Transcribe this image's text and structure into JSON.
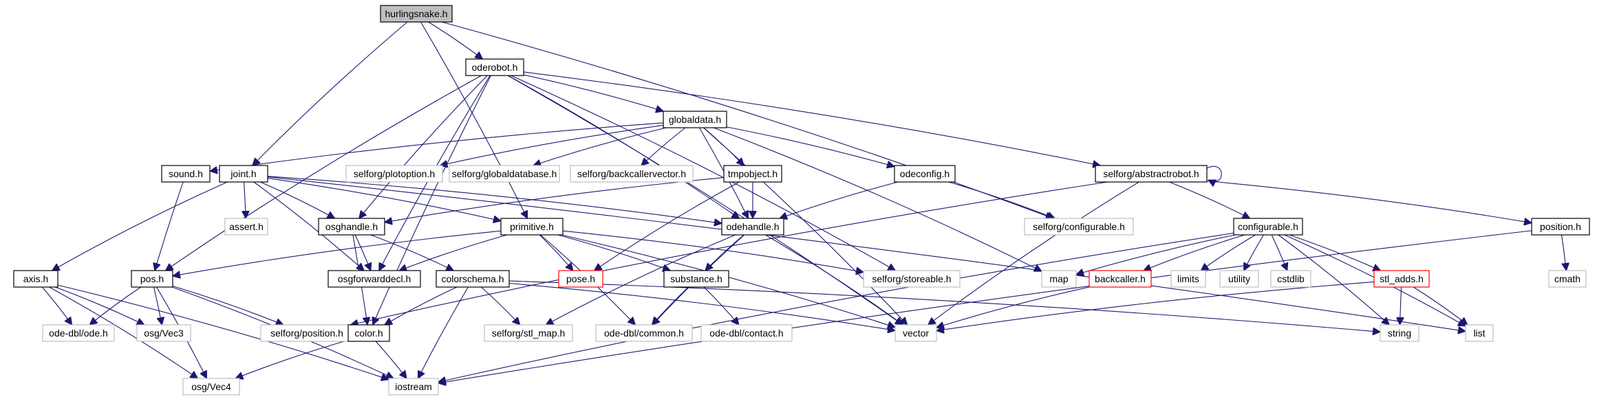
{
  "diagram": {
    "type": "include-dependency-graph",
    "colors": {
      "edge": "#191970",
      "root_fill": "#bfbfbf",
      "node_border": "#000000",
      "external_border": "#bfbfbf",
      "truncated_border": "#ff0000"
    },
    "nodes": [
      {
        "id": "hurlingsnake",
        "label": "hurlingsnake.h",
        "style": "root"
      },
      {
        "id": "oderobot",
        "label": "oderobot.h",
        "style": "normal"
      },
      {
        "id": "globaldata",
        "label": "globaldata.h",
        "style": "normal"
      },
      {
        "id": "sound",
        "label": "sound.h",
        "style": "normal"
      },
      {
        "id": "joint",
        "label": "joint.h",
        "style": "normal"
      },
      {
        "id": "plotoption",
        "label": "selforg/plotoption.h",
        "style": "external"
      },
      {
        "id": "globaldatabase",
        "label": "selforg/globaldatabase.h",
        "style": "external"
      },
      {
        "id": "backcallervector",
        "label": "selforg/backcallervector.h",
        "style": "external"
      },
      {
        "id": "tmpobject",
        "label": "tmpobject.h",
        "style": "normal"
      },
      {
        "id": "odeconfig",
        "label": "odeconfig.h",
        "style": "normal"
      },
      {
        "id": "abstractrobot",
        "label": "selforg/abstractrobot.h",
        "style": "normal"
      },
      {
        "id": "assert",
        "label": "assert.h",
        "style": "external"
      },
      {
        "id": "osghandle",
        "label": "osghandle.h",
        "style": "normal"
      },
      {
        "id": "primitive",
        "label": "primitive.h",
        "style": "normal"
      },
      {
        "id": "odehandle",
        "label": "odehandle.h",
        "style": "normal"
      },
      {
        "id": "configurable_selforg",
        "label": "selforg/configurable.h",
        "style": "external"
      },
      {
        "id": "configurable",
        "label": "configurable.h",
        "style": "normal"
      },
      {
        "id": "position",
        "label": "position.h",
        "style": "normal"
      },
      {
        "id": "axis",
        "label": "axis.h",
        "style": "normal"
      },
      {
        "id": "pos",
        "label": "pos.h",
        "style": "normal"
      },
      {
        "id": "osgforwarddecl",
        "label": "osgforwarddecl.h",
        "style": "normal"
      },
      {
        "id": "pose",
        "label": "pose.h",
        "style": "truncated"
      },
      {
        "id": "substance",
        "label": "substance.h",
        "style": "normal"
      },
      {
        "id": "storeable",
        "label": "selforg/storeable.h",
        "style": "external"
      },
      {
        "id": "map",
        "label": "map",
        "style": "external"
      },
      {
        "id": "backcaller",
        "label": "backcaller.h",
        "style": "truncated"
      },
      {
        "id": "limits",
        "label": "limits",
        "style": "external"
      },
      {
        "id": "utility",
        "label": "utility",
        "style": "external"
      },
      {
        "id": "cstdlib",
        "label": "cstdlib",
        "style": "external"
      },
      {
        "id": "stl_adds",
        "label": "stl_adds.h",
        "style": "truncated"
      },
      {
        "id": "cmath",
        "label": "cmath",
        "style": "external"
      },
      {
        "id": "colorschema",
        "label": "colorschema.h",
        "style": "normal"
      },
      {
        "id": "odedbl_ode",
        "label": "ode-dbl/ode.h",
        "style": "external"
      },
      {
        "id": "osg_vec3",
        "label": "osg/Vec3",
        "style": "external"
      },
      {
        "id": "selforg_position",
        "label": "selforg/position.h",
        "style": "external"
      },
      {
        "id": "color",
        "label": "color.h",
        "style": "normal"
      },
      {
        "id": "stl_map",
        "label": "selforg/stl_map.h",
        "style": "external"
      },
      {
        "id": "odedbl_common",
        "label": "ode-dbl/common.h",
        "style": "external"
      },
      {
        "id": "odedbl_contact",
        "label": "ode-dbl/contact.h",
        "style": "external"
      },
      {
        "id": "vector",
        "label": "vector",
        "style": "external"
      },
      {
        "id": "string",
        "label": "string",
        "style": "external"
      },
      {
        "id": "list",
        "label": "list",
        "style": "external"
      },
      {
        "id": "osg_vec4",
        "label": "osg/Vec4",
        "style": "external"
      },
      {
        "id": "iostream",
        "label": "iostream",
        "style": "external"
      }
    ],
    "edges": [
      [
        "hurlingsnake",
        "oderobot"
      ],
      [
        "hurlingsnake",
        "joint"
      ],
      [
        "hurlingsnake",
        "primitive"
      ],
      [
        "hurlingsnake",
        "configurable_selforg"
      ],
      [
        "oderobot",
        "globaldata"
      ],
      [
        "oderobot",
        "abstractrobot"
      ],
      [
        "oderobot",
        "pos"
      ],
      [
        "oderobot",
        "osghandle"
      ],
      [
        "oderobot",
        "odehandle"
      ],
      [
        "oderobot",
        "osgforwarddecl"
      ],
      [
        "oderobot",
        "color"
      ],
      [
        "oderobot",
        "storeable"
      ],
      [
        "oderobot",
        "vector"
      ],
      [
        "globaldata",
        "sound"
      ],
      [
        "globaldata",
        "plotoption"
      ],
      [
        "globaldata",
        "globaldatabase"
      ],
      [
        "globaldata",
        "backcallervector"
      ],
      [
        "globaldata",
        "tmpobject"
      ],
      [
        "globaldata",
        "odeconfig"
      ],
      [
        "globaldata",
        "odehandle"
      ],
      [
        "globaldata",
        "map"
      ],
      [
        "globaldata",
        "vector"
      ],
      [
        "sound",
        "pos"
      ],
      [
        "joint",
        "assert"
      ],
      [
        "joint",
        "osghandle"
      ],
      [
        "joint",
        "primitive"
      ],
      [
        "joint",
        "odehandle"
      ],
      [
        "joint",
        "axis"
      ],
      [
        "joint",
        "osgforwarddecl"
      ],
      [
        "joint",
        "list"
      ],
      [
        "tmpobject",
        "osghandle"
      ],
      [
        "tmpobject",
        "odehandle"
      ],
      [
        "tmpobject",
        "pose"
      ],
      [
        "odeconfig",
        "odehandle"
      ],
      [
        "odeconfig",
        "configurable_selforg"
      ],
      [
        "abstractrobot",
        "abstractrobot"
      ],
      [
        "abstractrobot",
        "configurable"
      ],
      [
        "abstractrobot",
        "position"
      ],
      [
        "abstractrobot",
        "vector"
      ],
      [
        "abstractrobot",
        "selforg_position"
      ],
      [
        "osghandle",
        "osgforwarddecl"
      ],
      [
        "osghandle",
        "colorschema"
      ],
      [
        "osghandle",
        "color"
      ],
      [
        "primitive",
        "pos"
      ],
      [
        "primitive",
        "osgforwarddecl"
      ],
      [
        "primitive",
        "pose"
      ],
      [
        "primitive",
        "substance"
      ],
      [
        "primitive",
        "storeable"
      ],
      [
        "primitive",
        "odedbl_common"
      ],
      [
        "primitive",
        "vector"
      ],
      [
        "odehandle",
        "substance"
      ],
      [
        "odehandle",
        "stl_map"
      ],
      [
        "odehandle",
        "odedbl_common"
      ],
      [
        "odehandle",
        "vector"
      ],
      [
        "configurable",
        "map"
      ],
      [
        "configurable",
        "backcaller"
      ],
      [
        "configurable",
        "limits"
      ],
      [
        "configurable",
        "utility"
      ],
      [
        "configurable",
        "cstdlib"
      ],
      [
        "configurable",
        "stl_adds"
      ],
      [
        "configurable",
        "string"
      ],
      [
        "configurable",
        "list"
      ],
      [
        "configurable",
        "iostream"
      ],
      [
        "position",
        "cmath"
      ],
      [
        "position",
        "iostream"
      ],
      [
        "axis",
        "odedbl_ode"
      ],
      [
        "axis",
        "osg_vec3"
      ],
      [
        "axis",
        "osg_vec4"
      ],
      [
        "axis",
        "iostream"
      ],
      [
        "pos",
        "odedbl_ode"
      ],
      [
        "pos",
        "osg_vec3"
      ],
      [
        "pos",
        "selforg_position"
      ],
      [
        "pos",
        "osg_vec4"
      ],
      [
        "pos",
        "iostream"
      ],
      [
        "substance",
        "odedbl_common"
      ],
      [
        "substance",
        "odedbl_contact"
      ],
      [
        "backcaller",
        "vector"
      ],
      [
        "stl_adds",
        "vector"
      ],
      [
        "stl_adds",
        "string"
      ],
      [
        "stl_adds",
        "list"
      ],
      [
        "colorschema",
        "color"
      ],
      [
        "colorschema",
        "stl_map"
      ],
      [
        "colorschema",
        "vector"
      ],
      [
        "colorschema",
        "string"
      ],
      [
        "colorschema",
        "iostream"
      ],
      [
        "color",
        "osg_vec4"
      ],
      [
        "color",
        "iostream"
      ]
    ]
  }
}
